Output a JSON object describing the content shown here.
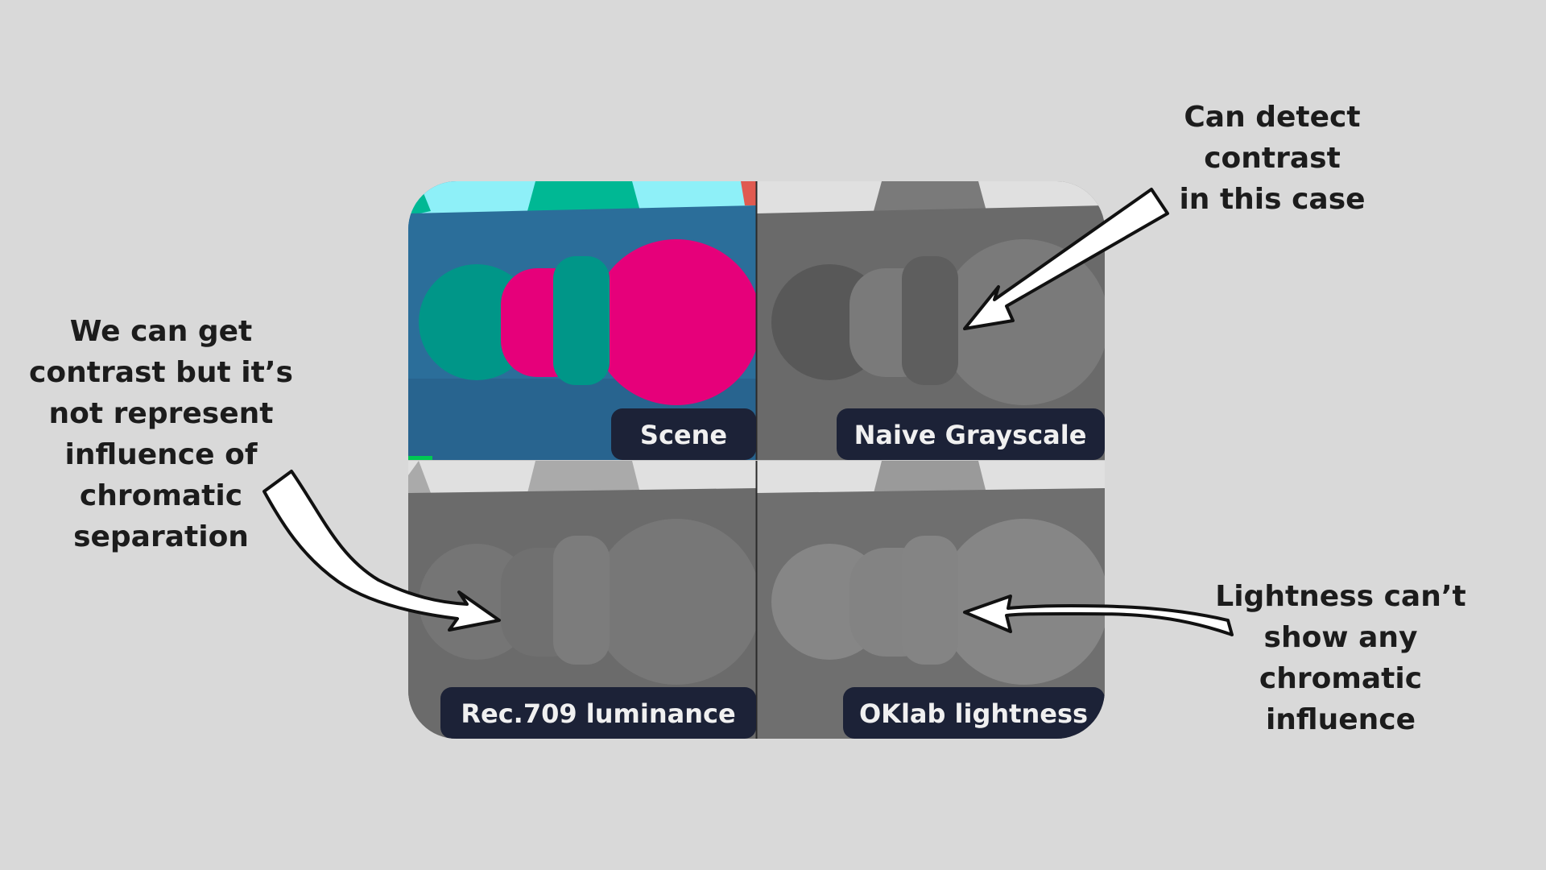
{
  "panels": [
    {
      "label": "Scene"
    },
    {
      "label": "Naive Grayscale"
    },
    {
      "label": "Rec.709 luminance"
    },
    {
      "label": "OKlab lightness"
    }
  ],
  "callouts": {
    "detect": "Can detect\ncontrast\nin this case",
    "contrast": "We can get\ncontrast but it’s\nnot represent\ninfluence of\nchromatic\nseparation",
    "lightness": "Lightness can’t\nshow any\nchromatic\ninfluence"
  },
  "colors": {
    "background": "#d9d9d9",
    "label_bg": "#1c2237",
    "label_text": "#f0f0f0",
    "scene_sky": "#8ef0f8",
    "scene_teal": "#00b894",
    "scene_floor": "#2b6e9a",
    "scene_teal_shape": "#009688",
    "scene_magenta": "#e6007a"
  }
}
